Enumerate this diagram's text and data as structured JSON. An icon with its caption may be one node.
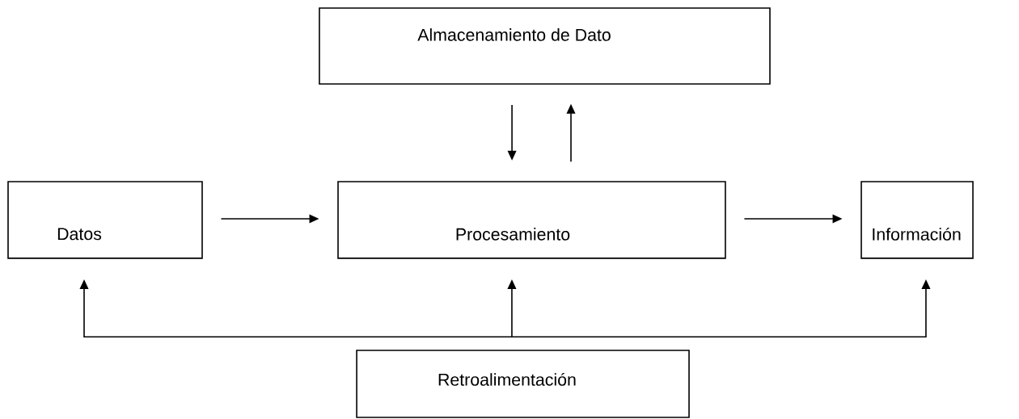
{
  "diagram": {
    "nodes": [
      {
        "text": [
          "Almacenamiento de Dato"
        ]
      },
      {
        "text": [
          "Datos"
        ]
      },
      {
        "text": [
          "Procesamiento"
        ]
      },
      {
        "text": [
          "Información"
        ]
      },
      {
        "text": [
          "Retroalimentación"
        ]
      }
    ],
    "edges": [
      {
        "from": 1,
        "to": 2,
        "arrow": "to"
      },
      {
        "from": 2,
        "to": 3,
        "arrow": "to"
      },
      {
        "from": 0,
        "to": 2,
        "arrow": "to"
      },
      {
        "from": 2,
        "to": 0,
        "arrow": "to"
      },
      {
        "from": 4,
        "to": 1,
        "arrow": "to"
      },
      {
        "from": 4,
        "to": 2,
        "arrow": "to"
      },
      {
        "from": 4,
        "to": 3,
        "arrow": "to"
      }
    ]
  }
}
